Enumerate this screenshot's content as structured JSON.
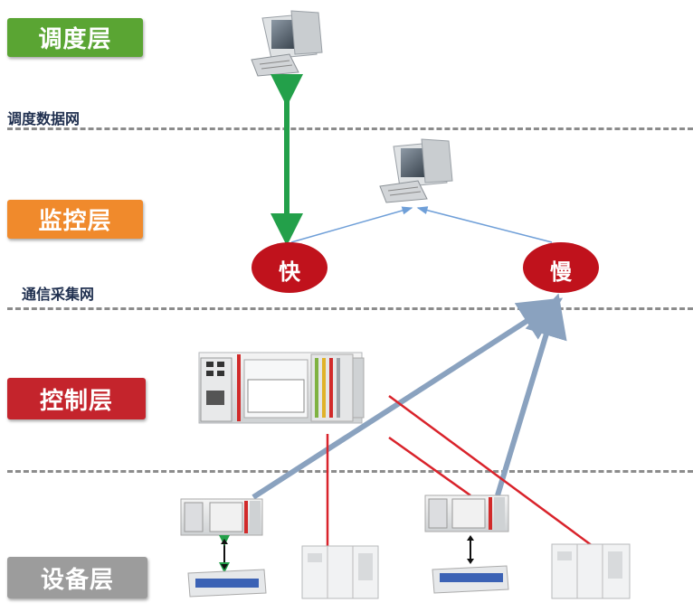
{
  "layers": {
    "dispatch": "调度层",
    "monitor": "监控层",
    "control": "控制层",
    "device": "设备层"
  },
  "networks": {
    "dispatch_net": "调度数据网",
    "comm_net": "通信采集网"
  },
  "nodes": {
    "fast": "快",
    "slow": "慢"
  },
  "colors": {
    "dispatch": "#5aa533",
    "monitor": "#f08a2c",
    "control": "#c4242c",
    "device": "#9c9c9c",
    "node_red": "#c0121c",
    "green_arrow": "#23a04a",
    "blue_line": "#8aa2bf",
    "red_wire": "#d9232b"
  }
}
